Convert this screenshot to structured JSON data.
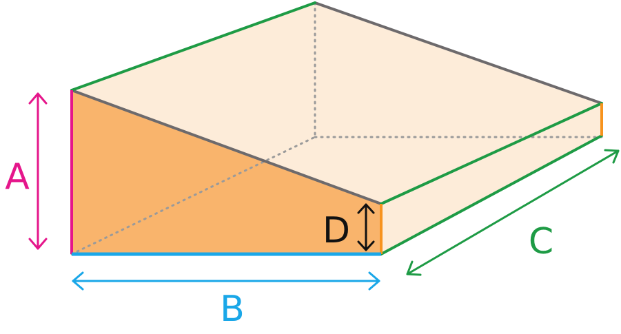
{
  "labels": {
    "a": "A",
    "b": "B",
    "c": "C",
    "d": "D"
  },
  "colors": {
    "a": "#e5168b",
    "b": "#1aa7e8",
    "c": "#1e9b45",
    "d": "#111111",
    "top_face": "#fdecd9",
    "side_face": "#f9b46c",
    "thin_edge": "#f7931e",
    "edge_gray": "#6d6a6c",
    "hidden_edge": "#9a9a9a"
  }
}
